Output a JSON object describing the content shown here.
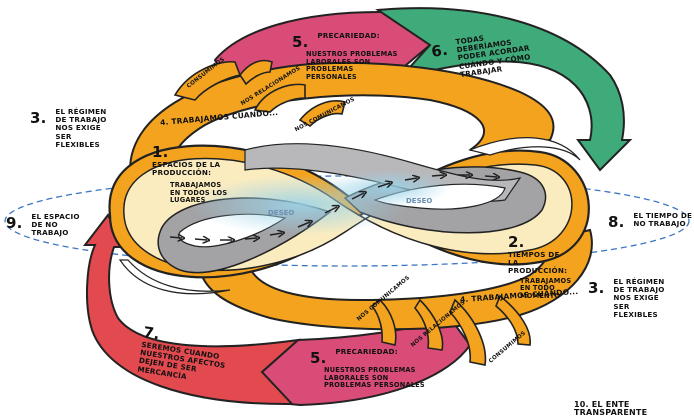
{
  "colors": {
    "orange": "#f4a31f",
    "cream": "#fbecc0",
    "grey": "#a3a3a6",
    "pink": "#d94c78",
    "red": "#e34a4f",
    "green": "#3faa7a",
    "cyan": "#86c6de",
    "ellipse": "#3d76c1"
  },
  "labels": {
    "l1_num": "1.",
    "l1_title": "Espacios de la producción:",
    "l1_body": "Trabajamos en todos los lugares",
    "l2_num": "2.",
    "l2_title": "Tiempos de la producción:",
    "l2_body": "Trabajamos en todo momento",
    "l3a_num": "3.",
    "l3a_text": "El régimen de trabajo nos exige ser flexibles",
    "l3b_num": "3.",
    "l3b_text": "El régimen de trabajo nos exige ser flexibles",
    "l4a": "4. Trabajamos cuando...",
    "l4b": "4. Trabajamos cuando...",
    "l5a_num": "5.",
    "l5a_title": "Precariedad:",
    "l5a_body": "Nuestros problemas laborales son problemas personales",
    "l5b_num": "5.",
    "l5b_title": "Precariedad:",
    "l5b_body": "Nuestros problemas laborales son problemas personales",
    "l6_num": "6.",
    "l6_text": "Todas deberíamos poder acordar cuándo y cómo trabajar",
    "l7_num": "7.",
    "l7_text": "Seremos cuando nuestros afectos dejen de ser mercancía",
    "l8_num": "8.",
    "l8_text": "El tiempo de no trabajo",
    "l9_num": "9.",
    "l9_text": "El espacio de no trabajo",
    "l10": "10. El ente transparente",
    "deseo_left": "DESEO",
    "deseo_right": "DESEO",
    "consumimos_top": "consumimos",
    "nos_relacionamos_top": "nos relacionamos",
    "nos_comunicamos_top": "nos comunicamos",
    "nos_comunicamos_bottom": "nos comunicamos",
    "nos_relacionamos_bottom": "nos relacionamos",
    "consumimos_bottom": "consumimos"
  }
}
